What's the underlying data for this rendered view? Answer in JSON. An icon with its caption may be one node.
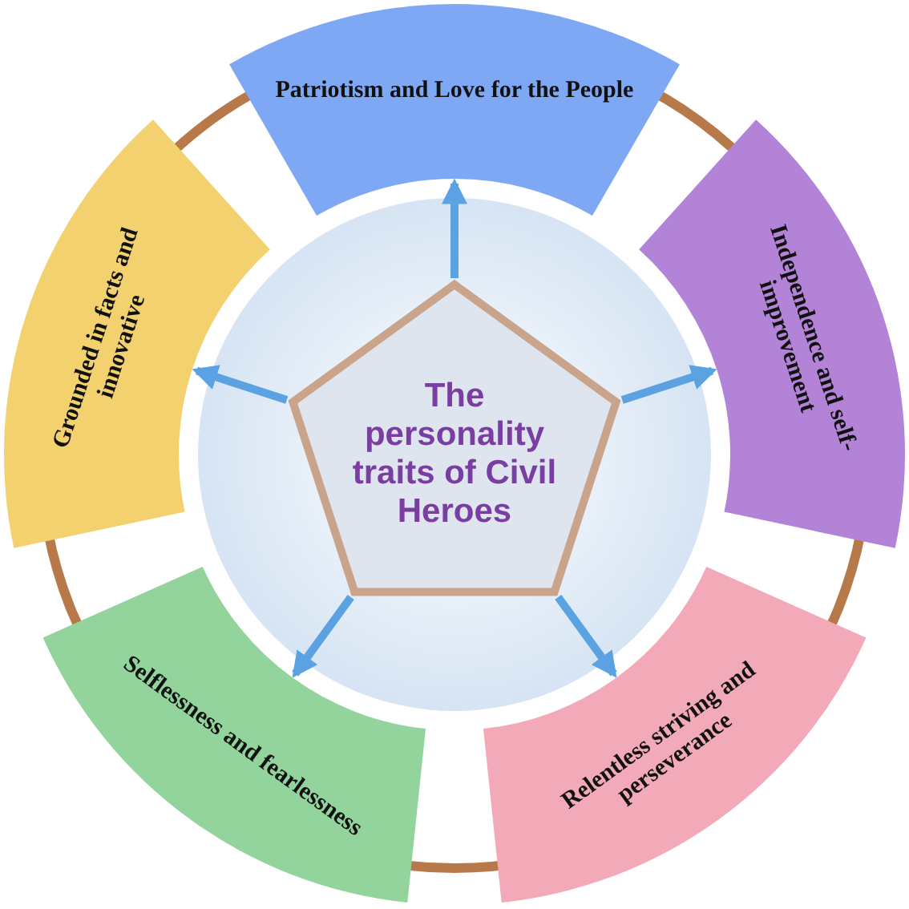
{
  "diagram": {
    "nodes": [
      {
        "text": [
          "The personality traits of Civil Heroes"
        ]
      },
      {
        "text": [
          "Patriotism and Love for the People"
        ]
      },
      {
        "text": [
          "Independence and self-improvement"
        ]
      },
      {
        "text": [
          "Relentless striving and perseverance"
        ]
      },
      {
        "text": [
          "Selflessness and fearlessness"
        ]
      },
      {
        "text": [
          "Grounded in facts and innovative"
        ]
      }
    ],
    "edges": [
      {
        "from": 0,
        "to": 1,
        "arrow": "to"
      },
      {
        "from": 0,
        "to": 2,
        "arrow": "to"
      },
      {
        "from": 0,
        "to": 3,
        "arrow": "to"
      },
      {
        "from": 0,
        "to": 4,
        "arrow": "to"
      },
      {
        "from": 0,
        "to": 5,
        "arrow": "to"
      }
    ]
  }
}
